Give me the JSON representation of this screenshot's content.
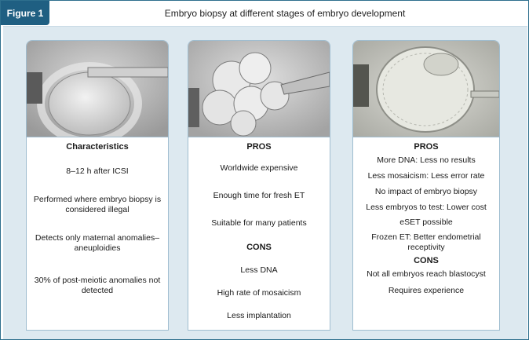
{
  "figure_label": "Figure 1",
  "title": "Embryo biopsy at different stages of embryo development",
  "columns": [
    {
      "sections": [
        {
          "heading": "Characteristics",
          "items": [
            "8–12 h after ICSI",
            "Performed where embryo biopsy is considered illegal",
            "Detects only maternal anomalies–aneuploidies",
            "30% of post-meiotic anomalies not detected"
          ]
        }
      ]
    },
    {
      "sections": [
        {
          "heading": "PROS",
          "items": [
            "Worldwide expensive",
            "Enough time for fresh ET",
            "Suitable for many patients"
          ]
        },
        {
          "heading": "CONS",
          "items": [
            "Less DNA",
            "High rate of mosaicism",
            "Less implantation"
          ]
        }
      ]
    },
    {
      "sections": [
        {
          "heading": "PROS",
          "items": [
            "More DNA: Less no results",
            "Less mosaicism: Less error rate",
            "No impact of embryo biopsy",
            "Less embryos to test: Lower cost",
            "eSET possible",
            "Frozen ET: Better endometrial receptivity"
          ]
        },
        {
          "heading": "CONS",
          "items": [
            "Not all embryos reach blastocyst",
            "Requires experience"
          ]
        }
      ]
    }
  ]
}
